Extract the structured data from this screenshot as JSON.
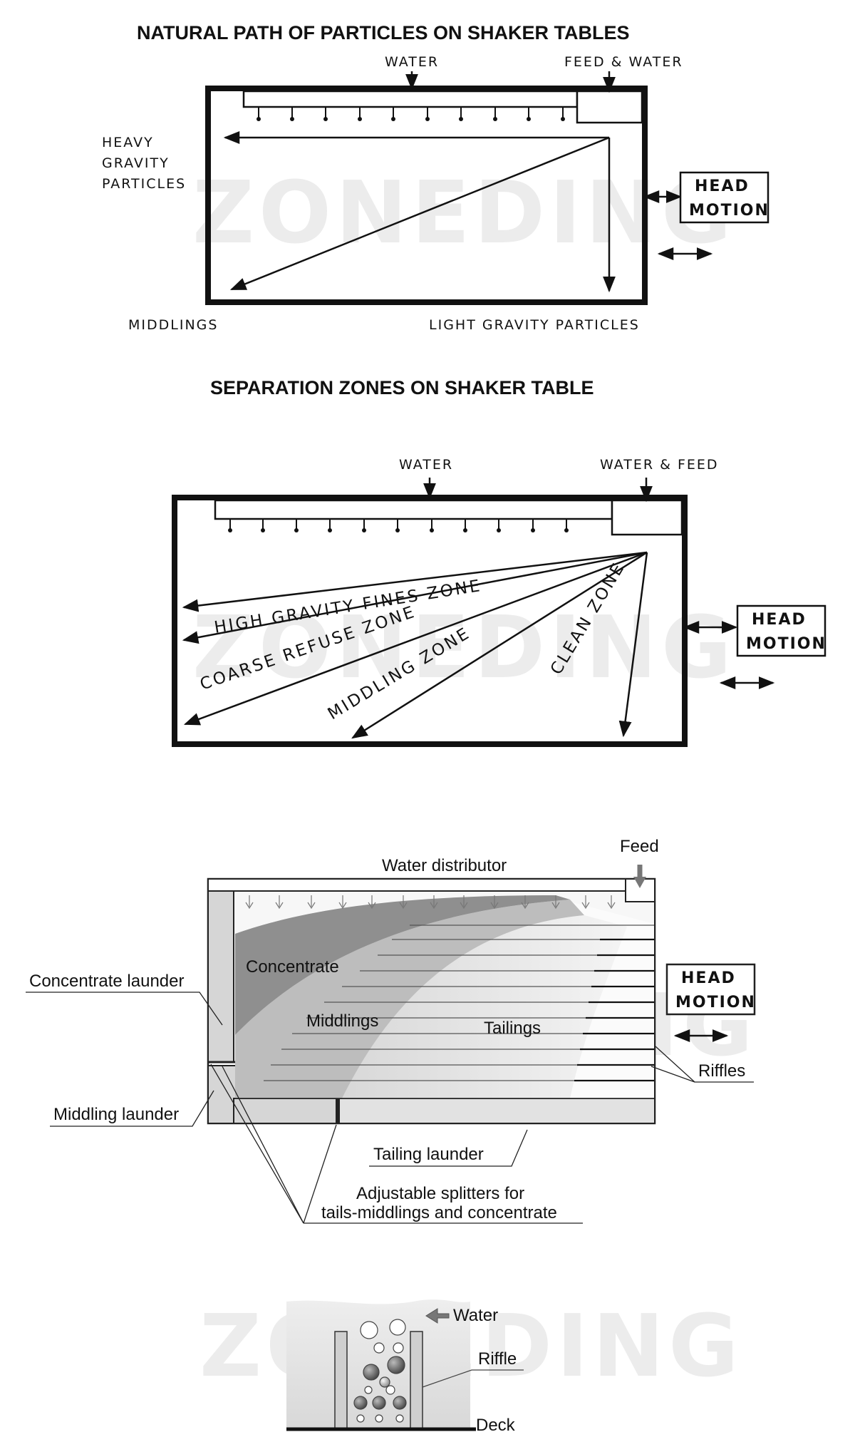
{
  "watermark": "ZONEDING",
  "diagram1": {
    "title": "NATURAL PATH OF PARTICLES ON SHAKER TABLES",
    "water": "WATER",
    "feed_water": "FEED & WATER",
    "heavy_line1": "HEAVY",
    "heavy_line2": "GRAVITY",
    "heavy_line3": "PARTICLES",
    "middlings": "MIDDLINGS",
    "light": "LIGHT GRAVITY PARTICLES",
    "head_line1": "HEAD",
    "head_line2": "MOTION"
  },
  "diagram2": {
    "title": "SEPARATION ZONES ON SHAKER TABLE",
    "water": "WATER",
    "water_feed": "WATER & FEED",
    "zone_fines": "HIGH GRAVITY FINES ZONE",
    "zone_coarse": "COARSE REFUSE ZONE",
    "zone_middling": "MIDDLING ZONE",
    "zone_clean": "CLEAN ZONE",
    "head_line1": "HEAD",
    "head_line2": "MOTION"
  },
  "diagram3": {
    "feed": "Feed",
    "water_distributor": "Water distributor",
    "concentrate_launder": "Concentrate launder",
    "concentrate": "Concentrate",
    "middlings": "Middlings",
    "tailings": "Tailings",
    "riffles": "Riffles",
    "middling_launder": "Middling launder",
    "tailing_launder": "Tailing launder",
    "splitters_line1": "Adjustable splitters for",
    "splitters_line2": "tails-middlings and concentrate",
    "head_line1": "HEAD",
    "head_line2": "MOTION"
  },
  "diagram4": {
    "water": "Water",
    "riffle": "Riffle",
    "deck": "Deck"
  },
  "colors": {
    "ink": "#111111",
    "concentrate": "#8a8a8a",
    "middlings": "#b9b9b9",
    "tailings": "#dddddd",
    "launder": "#d6d6d6"
  }
}
